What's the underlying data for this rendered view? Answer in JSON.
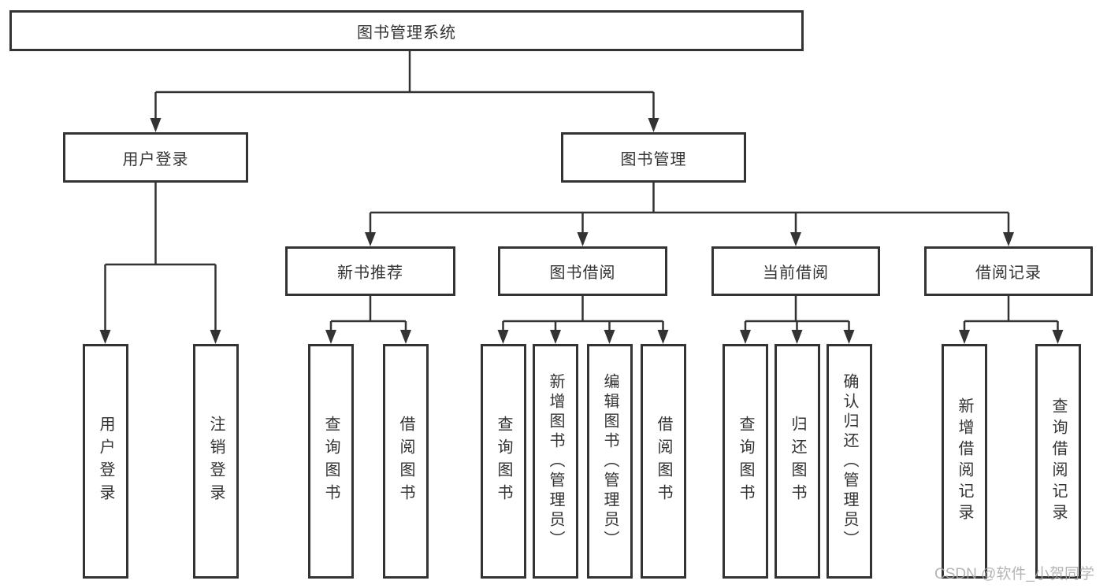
{
  "diagram": {
    "root": {
      "label": "图书管理系统"
    },
    "level2": {
      "user_login": {
        "label": "用户登录"
      },
      "book_management": {
        "label": "图书管理"
      }
    },
    "level3": {
      "new_book_recommend": {
        "label": "新书推荐"
      },
      "book_borrow": {
        "label": "图书借阅"
      },
      "current_borrow": {
        "label": "当前借阅"
      },
      "borrow_records": {
        "label": "借阅记录"
      }
    },
    "leaves": {
      "user_login_leaf": "用户登录",
      "logout_login": "注销登录",
      "nb_query_books": "查询图书",
      "nb_borrow_books": "借阅图书",
      "bb_query_books": "查询图书",
      "bb_add_books": "新增图书（管理员）",
      "bb_edit_books": "编辑图书（管理员）",
      "bb_borrow_books": "借阅图书",
      "cb_query_books": "查询图书",
      "cb_return_books": "归还图书",
      "cb_confirm_return": "确认归还（管理员）",
      "br_add_record": "新增借阅记录",
      "br_query_record": "查询借阅记录"
    },
    "watermark": "CSDN @软件_小贺同学",
    "colors": {
      "line": "#333333",
      "box_border": "#333333",
      "text": "#333333",
      "background": "#ffffff",
      "watermark": "#a8a8a8"
    }
  }
}
